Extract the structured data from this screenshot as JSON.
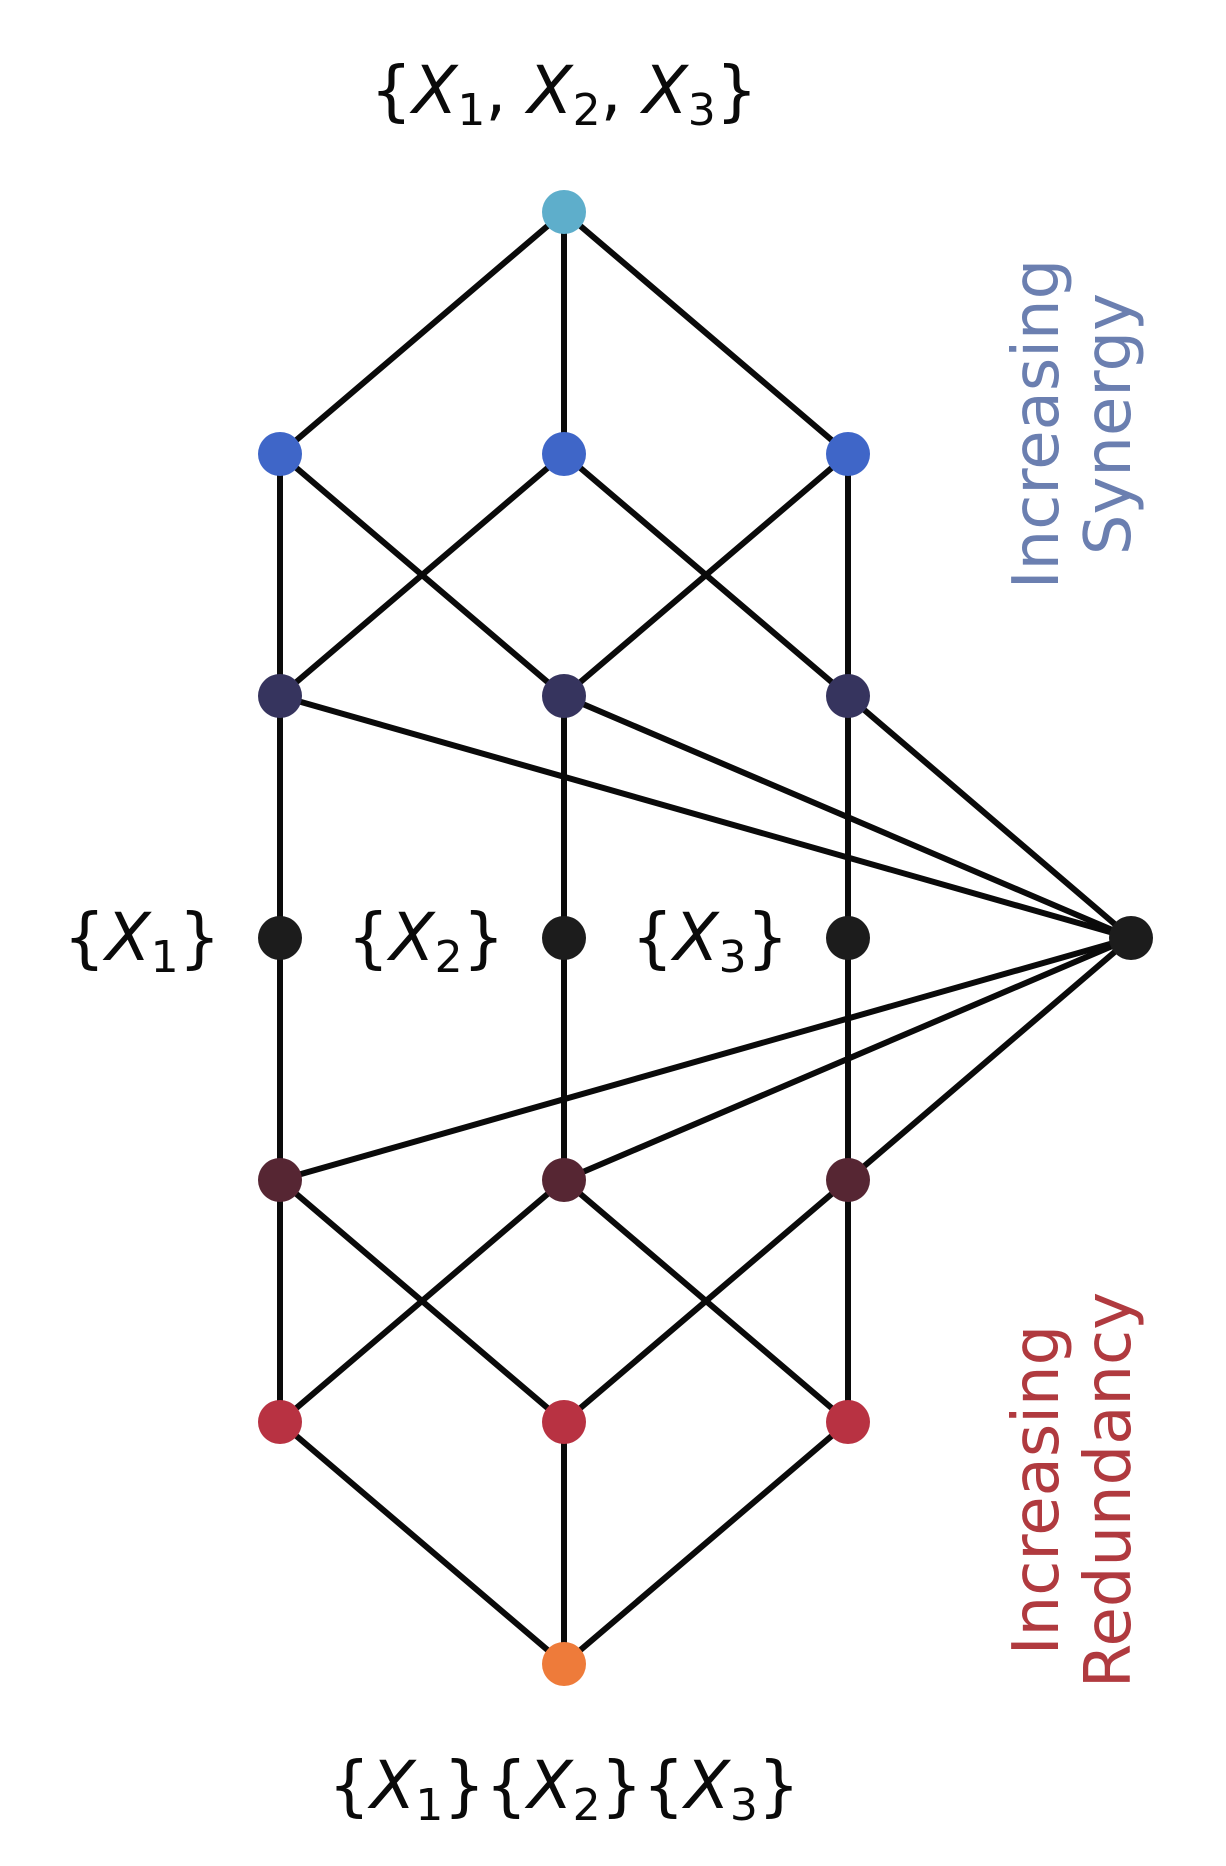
{
  "labels": {
    "top": [
      "{",
      "X",
      "1",
      ", ",
      "X",
      "2",
      ", ",
      "X",
      "3",
      "}"
    ],
    "bottom": [
      "{",
      "X",
      "1",
      "}{",
      "X",
      "2",
      "}{",
      "X",
      "3",
      "}"
    ],
    "x1": [
      "{",
      "X",
      "1",
      "}"
    ],
    "x2": [
      "{",
      "X",
      "2",
      "}"
    ],
    "x3": [
      "{",
      "X",
      "3",
      "}"
    ]
  },
  "synergy": {
    "line1": "Increasing",
    "line2": "Synergy",
    "color": "#6b7fb0"
  },
  "redundancy": {
    "line1": "Increasing",
    "line2": "Redundancy",
    "color": "#b03a3f"
  },
  "colors": {
    "top_node": "#5eaecb",
    "blue": "#3f66c8",
    "navy": "#36345e",
    "black": "#1c1c1c",
    "maroon": "#562633",
    "red": "#b83242",
    "orange": "#ee7b3a",
    "edge": "#0a0a0a"
  }
}
